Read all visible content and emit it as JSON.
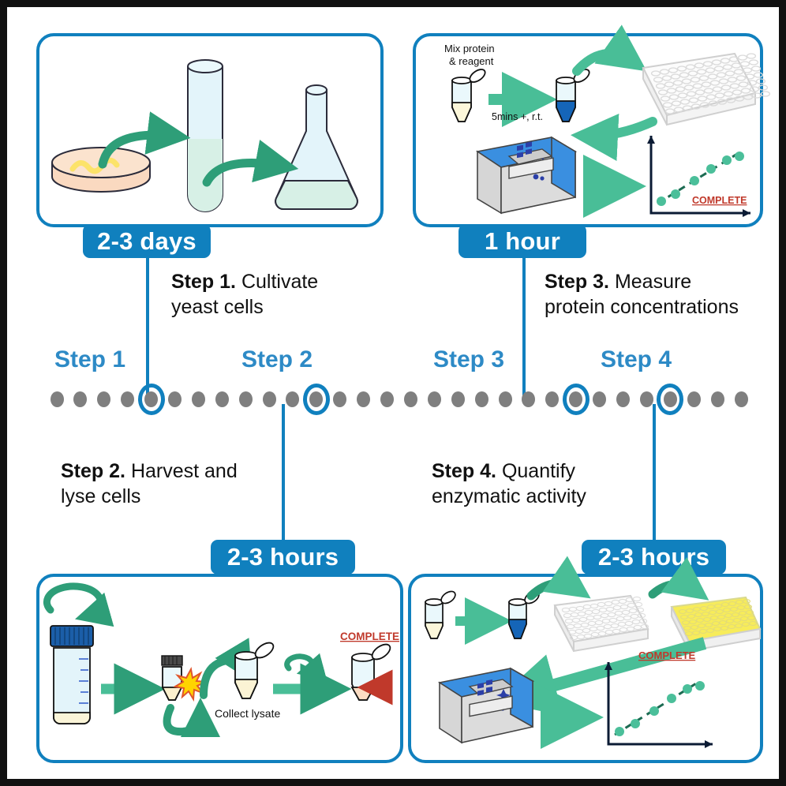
{
  "figure": {
    "type": "workflow-timeline-diagram",
    "title": "Yeast enzyme assay workflow"
  },
  "timeline": {
    "dot_count": 30,
    "dot_color": "#7F7F7F",
    "marker_color": "#1080BE",
    "step_markers": [
      1,
      2,
      3,
      4
    ],
    "labels": [
      {
        "text": "Step 1"
      },
      {
        "text": "Step 2"
      },
      {
        "text": "Step 3"
      },
      {
        "text": "Step 4"
      }
    ]
  },
  "steps": [
    {
      "id": "step1",
      "badge": "2-3 days",
      "title": "Step 1.",
      "description": "Cultivate yeast cells",
      "desc_line1": "Cultivate",
      "desc_line2": "yeast  cells",
      "position": "top-left"
    },
    {
      "id": "step2",
      "badge": "2-3 hours",
      "title": "Step 2.",
      "description": "Harvest and lyse cells",
      "desc_line1": "Harvest  and",
      "desc_line2": "lyse cells",
      "position": "bottom-left"
    },
    {
      "id": "step3",
      "badge": "1 hour",
      "title": "Step 3.",
      "description": "Measure protein concentrations",
      "desc_line1": "Measure",
      "desc_line2": "protein  concentrations",
      "position": "top-right"
    },
    {
      "id": "step4",
      "badge": "2-3 hours",
      "title": "Step 4.",
      "description": "Quantify enzymatic activity",
      "desc_line1": "Quantify",
      "desc_line2": "enzymatic  activity",
      "position": "bottom-right"
    }
  ],
  "panels": {
    "step1": {
      "name": "cultivate-yeast-illustration",
      "items": [
        "petri-dish",
        "test-tube",
        "erlenmeyer-flask"
      ],
      "annotations": []
    },
    "step2": {
      "name": "harvest-lyse-illustration",
      "items": [
        "falcon-tube",
        "microtube-lysis",
        "microtube",
        "vortex",
        "complete-tube"
      ],
      "annotations": [
        {
          "text": "Collect lysate"
        },
        {
          "text": "COMPLETE"
        }
      ]
    },
    "step3": {
      "name": "protein-quantification-illustration",
      "items": [
        "microtube",
        "microtube-blue",
        "microplate",
        "plate-reader",
        "standard-curve"
      ],
      "annotations": [
        {
          "text": "Mix protein"
        },
        {
          "text": "& reagent"
        },
        {
          "text": "5mins +, r.t."
        },
        {
          "text": "COMPLETE"
        }
      ]
    },
    "step4": {
      "name": "enzymatic-activity-illustration",
      "items": [
        "microtube",
        "microtube-blue",
        "microplate",
        "microplate-yellow",
        "plate-reader",
        "standard-curve"
      ],
      "annotations": [
        {
          "text": "COMPLETE"
        }
      ]
    }
  },
  "charts": [
    {
      "id": "standard-curve-step3",
      "type": "scatter",
      "points_x": [
        0.1,
        0.24,
        0.42,
        0.58,
        0.74,
        0.88
      ],
      "points_y": [
        0.16,
        0.26,
        0.44,
        0.58,
        0.72,
        0.8
      ],
      "trendline": true,
      "point_color": "#4BBF9A",
      "annotation": "COMPLETE"
    },
    {
      "id": "standard-curve-step4",
      "type": "scatter",
      "points_x": [
        0.1,
        0.26,
        0.44,
        0.62,
        0.78,
        0.9
      ],
      "points_y": [
        0.18,
        0.28,
        0.45,
        0.6,
        0.74,
        0.82
      ],
      "trendline": true,
      "point_color": "#4BBF9A",
      "annotation": "COMPLETE"
    }
  ],
  "colors": {
    "brand_blue": "#1080BE",
    "step_label_blue": "#2D8AC6",
    "arrow_green": "#49BE97",
    "dark_green": "#2E9E78",
    "dot_gray": "#7F7F7F",
    "complete_red": "#C0392B",
    "frame_black": "#111111",
    "glass_fill": "#E3F4FA",
    "agar_fill": "#FAD9C0",
    "plate_yellow": "#F7EC5A",
    "instrument_blue": "#3A8FE0"
  }
}
